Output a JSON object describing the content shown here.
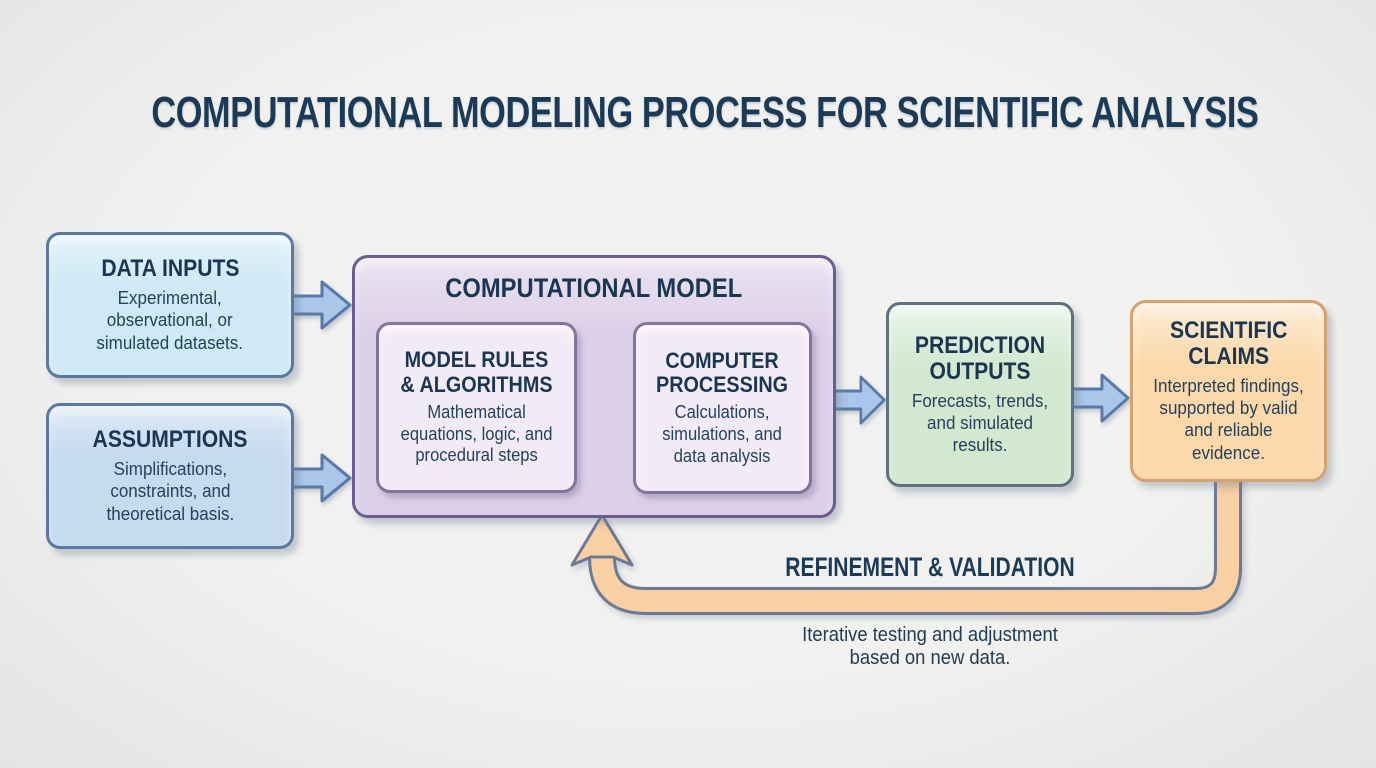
{
  "title": "COMPUTATIONAL MODELING PROCESS FOR SCIENTIFIC ANALYSIS",
  "nodes": {
    "data_inputs": {
      "title": "DATA INPUTS",
      "body": "Experimental,\nobservational, or\nsimulated datasets."
    },
    "assumptions": {
      "title": "ASSUMPTIONS",
      "body": "Simplifications,\nconstraints, and\ntheoretical basis."
    },
    "computational_model": {
      "title": "COMPUTATIONAL MODEL"
    },
    "model_rules": {
      "title": "MODEL RULES\n& ALGORITHMS",
      "body": "Mathematical\nequations, logic, and\nprocedural steps"
    },
    "computer_processing": {
      "title": "COMPUTER\nPROCESSING",
      "body": "Calculations,\nsimulations, and\ndata analysis"
    },
    "prediction_outputs": {
      "title": "PREDICTION\nOUTPUTS",
      "body": "Forecasts, trends,\nand simulated\nresults."
    },
    "scientific_claims": {
      "title": "SCIENTIFIC\nCLAIMS",
      "body": "Interpreted findings,\nsupported by valid\nand reliable evidence."
    }
  },
  "feedback_loop": {
    "label": "REFINEMENT & VALIDATION",
    "caption": "Iterative testing and adjustment\nbased on new data."
  },
  "colors": {
    "background": "#f1f2f0",
    "title_text": "#1b3a57",
    "data_inputs_fill": "#cfe9f6",
    "assumptions_fill": "#c6daf0",
    "blue_box_border": "#5a78a2",
    "model_fill": "#dccfe8",
    "model_border": "#695d92",
    "model_inner_fill": "#f1ebf7",
    "prediction_fill": "#d2e9d0",
    "claims_fill": "#fbd9ab",
    "claims_border": "#d7a26b",
    "arrow_fill": "#aac7ea",
    "arrow_stroke": "#5b79a8",
    "loop_fill": "#f9d0a2",
    "loop_stroke": "#6d7a94"
  }
}
